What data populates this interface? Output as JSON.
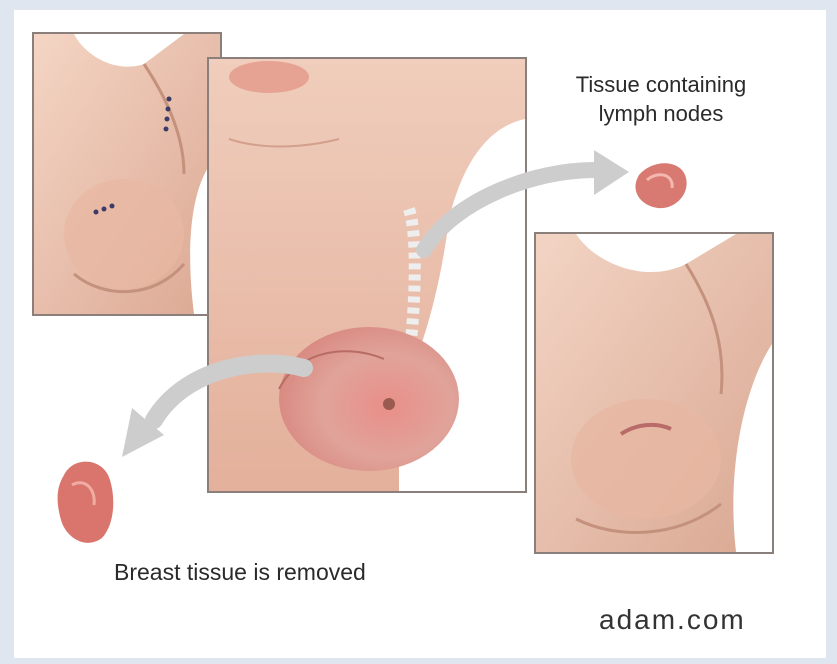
{
  "labels": {
    "lymph_tissue": "Tissue containing\nlymph nodes",
    "breast_tissue": "Breast tissue is removed",
    "source": "adam.com"
  },
  "colors": {
    "skin_light": "#f5ddd0",
    "skin_mid": "#e6b7a2",
    "skin_shadow": "#c98f7a",
    "tissue": "#d97a72",
    "arrow": "#cdcdcd",
    "border": "#8a7f7a",
    "marker": "#3c3a66"
  }
}
